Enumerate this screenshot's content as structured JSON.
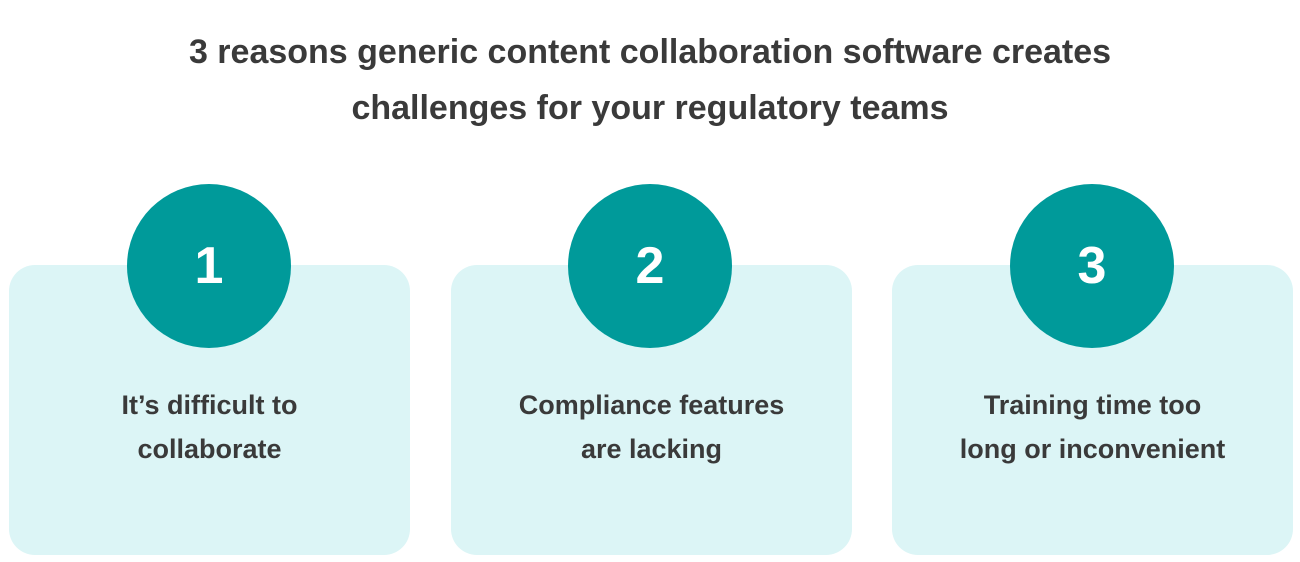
{
  "title": {
    "line1": "3 reasons generic content collaboration software creates",
    "line2": "challenges for your regulatory teams"
  },
  "cards": [
    {
      "number": "1",
      "line1": "It’s difficult to",
      "line2": "collaborate"
    },
    {
      "number": "2",
      "line1": "Compliance features",
      "line2": "are lacking"
    },
    {
      "number": "3",
      "line1": "Training time too",
      "line2": "long or inconvenient"
    }
  ],
  "colors": {
    "accent": "#009a9a",
    "card_background": "#dcf5f6",
    "text": "#3a3a3a"
  }
}
